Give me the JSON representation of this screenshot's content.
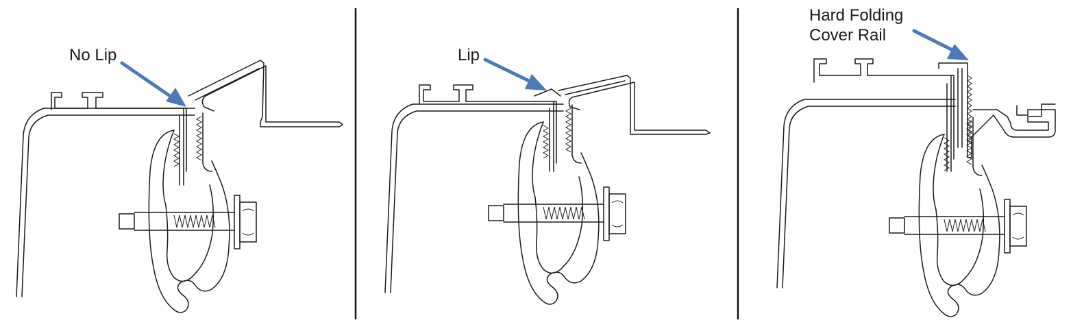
{
  "colors": {
    "arrow": "#4a7ab8",
    "line": "#1a1a1a",
    "background": "#ffffff"
  },
  "panels": [
    {
      "label_lines": [
        "No Lip"
      ]
    },
    {
      "label_lines": [
        "Lip"
      ]
    },
    {
      "label_lines": [
        "Hard Folding",
        "Cover Rail"
      ]
    }
  ]
}
